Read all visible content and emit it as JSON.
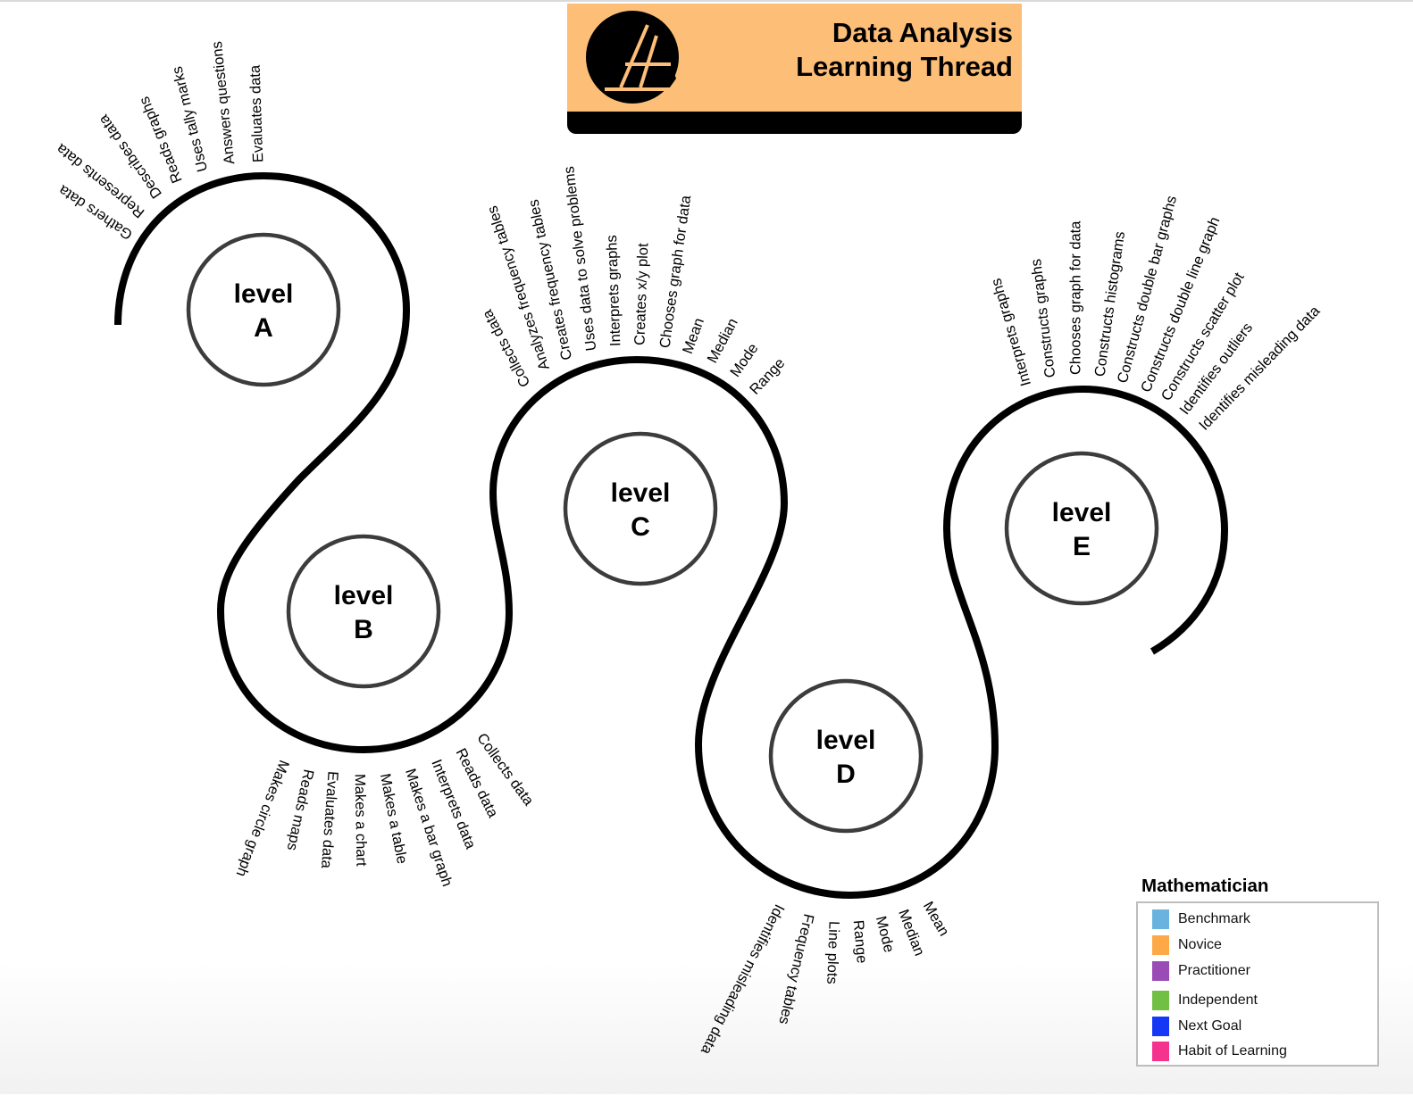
{
  "header": {
    "title_line1": "Data Analysis",
    "title_line2": "Learning Thread",
    "logo": "stylized-A-circle-logo",
    "background_color": "#FDBE78"
  },
  "levels": [
    {
      "word": "level",
      "letter": "A"
    },
    {
      "word": "level",
      "letter": "B"
    },
    {
      "word": "level",
      "letter": "C"
    },
    {
      "word": "level",
      "letter": "D"
    },
    {
      "word": "level",
      "letter": "E"
    }
  ],
  "skills": {
    "A": [
      "Evaluates data",
      "Answers questions",
      "Uses tally marks",
      "Reads graphs",
      "Describes data",
      "Represents data",
      "Gathers data"
    ],
    "B": [
      "Makes circle graph",
      "Reads maps",
      "Evaluates data",
      "Makes a chart",
      "Makes a table",
      "Makes a bar graph",
      "Interprets data",
      "Reads data",
      "Collects data"
    ],
    "C": [
      "Collects data",
      "Analyzes frequency tables",
      "Creates frequency tables",
      "Uses data to solve problems",
      "Interprets graphs",
      "Creates x/y plot",
      "Chooses graph for data",
      "Mean",
      "Median",
      "Mode",
      "Range"
    ],
    "D": [
      "Mean",
      "Median",
      "Mode",
      "Range",
      "Line plots",
      "Frequency tables",
      "Identifies misleading data"
    ],
    "E": [
      "Interprets graphs",
      "Constructs graphs",
      "Chooses graph for data",
      "Constructs histograms",
      "Constructs double bar graphs",
      "Constructs double line graph",
      "Constructs scatter plot",
      "Identifies outliers",
      "Identifies misleading data"
    ]
  },
  "legend": {
    "title": "Mathematician",
    "items": [
      {
        "label": "Benchmark",
        "color": "#6BB3DF"
      },
      {
        "label": "Novice",
        "color": "#FDA947"
      },
      {
        "label": "Practitioner",
        "color": "#9A4BB5"
      },
      {
        "label": "Independent",
        "color": "#72C043"
      },
      {
        "label": "Next Goal",
        "color": "#1538F5"
      },
      {
        "label": "Habit of Learning",
        "color": "#F5338F"
      }
    ]
  }
}
